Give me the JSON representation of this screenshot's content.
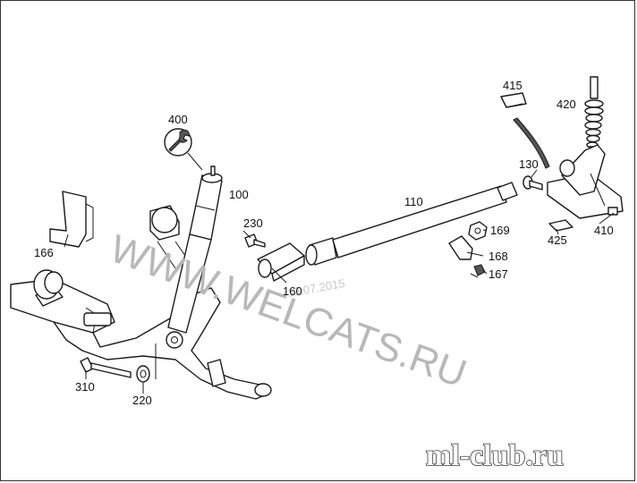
{
  "labels": {
    "p400": "400",
    "p100": "100",
    "p230": "230",
    "p166": "166",
    "p160": "160",
    "p110": "110",
    "p169": "169",
    "p168": "168",
    "p167": "167",
    "p415": "415",
    "p420": "420",
    "p130": "130",
    "p410": "410",
    "p425": "425",
    "p310": "310",
    "p220": "220"
  },
  "watermark": {
    "text": "WWW.WELCATS.RU",
    "date": "13.07.2015"
  },
  "brand": {
    "logo": "ml-club.ru"
  }
}
